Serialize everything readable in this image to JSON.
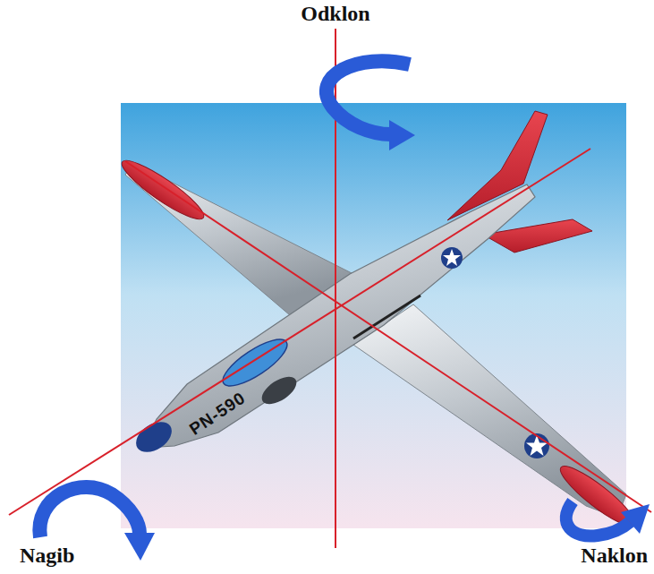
{
  "diagram": {
    "labels": [
      "Odklon",
      "PN-590",
      "Nagib",
      "Naklon"
    ]
  }
}
